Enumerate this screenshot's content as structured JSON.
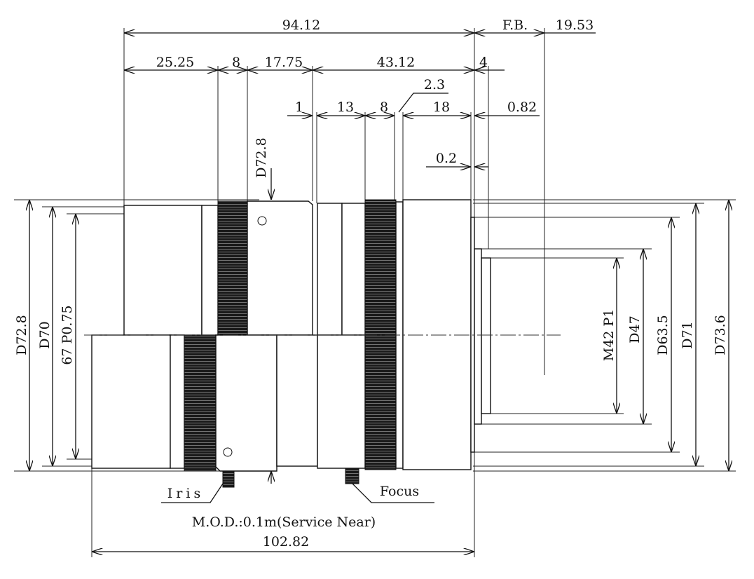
{
  "title": "Lens dimension drawing",
  "dimensions_top": {
    "overall_length": "94.12",
    "fb_label": "F.B.",
    "fb_value": "19.53",
    "front_section": "25.25",
    "iris_ring": "8",
    "mid_section": "17.75",
    "rear_section": "43.12",
    "mount_step": "4",
    "gap_1": "1",
    "seg_13": "13",
    "focus_ring": "8",
    "ring_2_3": "2.3",
    "seg_18": "18",
    "flange_0_82": "0.82",
    "flange_0_2": "0.2",
    "d72_8_top": "D72.8"
  },
  "dimensions_left": [
    "D72.8",
    "D70",
    "67 P0.75"
  ],
  "dimensions_right": [
    "M42 P1",
    "D47",
    "D63.5",
    "D71",
    "D73.6"
  ],
  "labels": {
    "iris": "Iris",
    "focus": "Focus",
    "mod": "M.O.D.:0.1m(Service Near)",
    "overall_extended": "102.82"
  }
}
